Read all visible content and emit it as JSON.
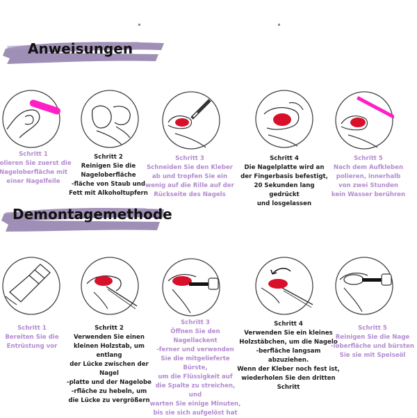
{
  "colors": {
    "accent_purple": "#b48ad0",
    "nail_red": "#d8102a",
    "file_pink": "#ff1fc6",
    "brush_stroke": "#8e7aa8"
  },
  "sections": [
    {
      "title": "Anweisungen",
      "steps": [
        {
          "label": "Schritt 1",
          "text": "Polieren Sie zuerst die\nNageloberfläche mit\neiner Nagelfeile",
          "tone": "purple",
          "icon": "nail-file-icon"
        },
        {
          "label": "Schritt 2",
          "text": "Reinigen Sie die Nageloberfläche\n-fläche von Staub und\nFett mit Alkoholtupfern",
          "tone": "dark",
          "icon": "alcohol-wipe-icon"
        },
        {
          "label": "Schritt 3",
          "text": "Schneiden Sie den Kleber\nab und tropfen Sie ein\nwenig auf die Rille auf der\nRückseite des Nagels",
          "tone": "purple",
          "icon": "glue-application-icon"
        },
        {
          "label": "Schritt 4",
          "text": "Die Nagelplatte wird an\nder Fingerbasis befestigt,\n20 Sekunden lang gedrückt\nund losgelassen",
          "tone": "dark",
          "icon": "press-nail-icon"
        },
        {
          "label": "Schritt 5",
          "text": "Nach dem Aufkleben\npolieren, innerhalb\nvon zwei Stunden\nkein Wasser berühren",
          "tone": "purple",
          "icon": "buff-nail-icon"
        }
      ]
    },
    {
      "title": "Demontagemethode",
      "steps": [
        {
          "label": "Schritt 1",
          "text": "Bereiten Sie die\nEntrüstung vor",
          "tone": "purple",
          "icon": "remover-bottle-icon"
        },
        {
          "label": "Schritt 2",
          "text": "Verwenden Sie einen\nkleinen Holzstab, um entlang\nder Lücke zwischen der Nagel\n-platte und der Nagelobe\n-rfläche zu hebeln, um\ndie Lücke zu vergrößern",
          "tone": "dark",
          "icon": "wooden-stick-icon"
        },
        {
          "label": "Schritt 3",
          "text": "Öffnen Sie den Nagellackent\n-ferner und verwenden\nSie die mitgelieferte Bürste,\num die Flüssigkeit auf\ndie Spalte zu streichen, und\nwarten Sie einige Minuten,\nbis sie sich aufgelöst hat",
          "tone": "purple",
          "icon": "brush-remover-icon"
        },
        {
          "label": "Schritt 4",
          "text": "Verwenden Sie ein kleines\nHolzstäbchen, um die Nagelo\n-berfläche langsam abzuziehen.\nWenn der Kleber noch fest ist,\nwiederholen Sie den dritten Schritt",
          "tone": "dark",
          "icon": "peel-nail-icon"
        },
        {
          "label": "Schritt 5",
          "text": "Reinigen Sie die Nage\n-loberfläche und bürsten\nSie sie mit Speiseöl",
          "tone": "purple",
          "icon": "oil-brush-icon"
        }
      ]
    }
  ]
}
